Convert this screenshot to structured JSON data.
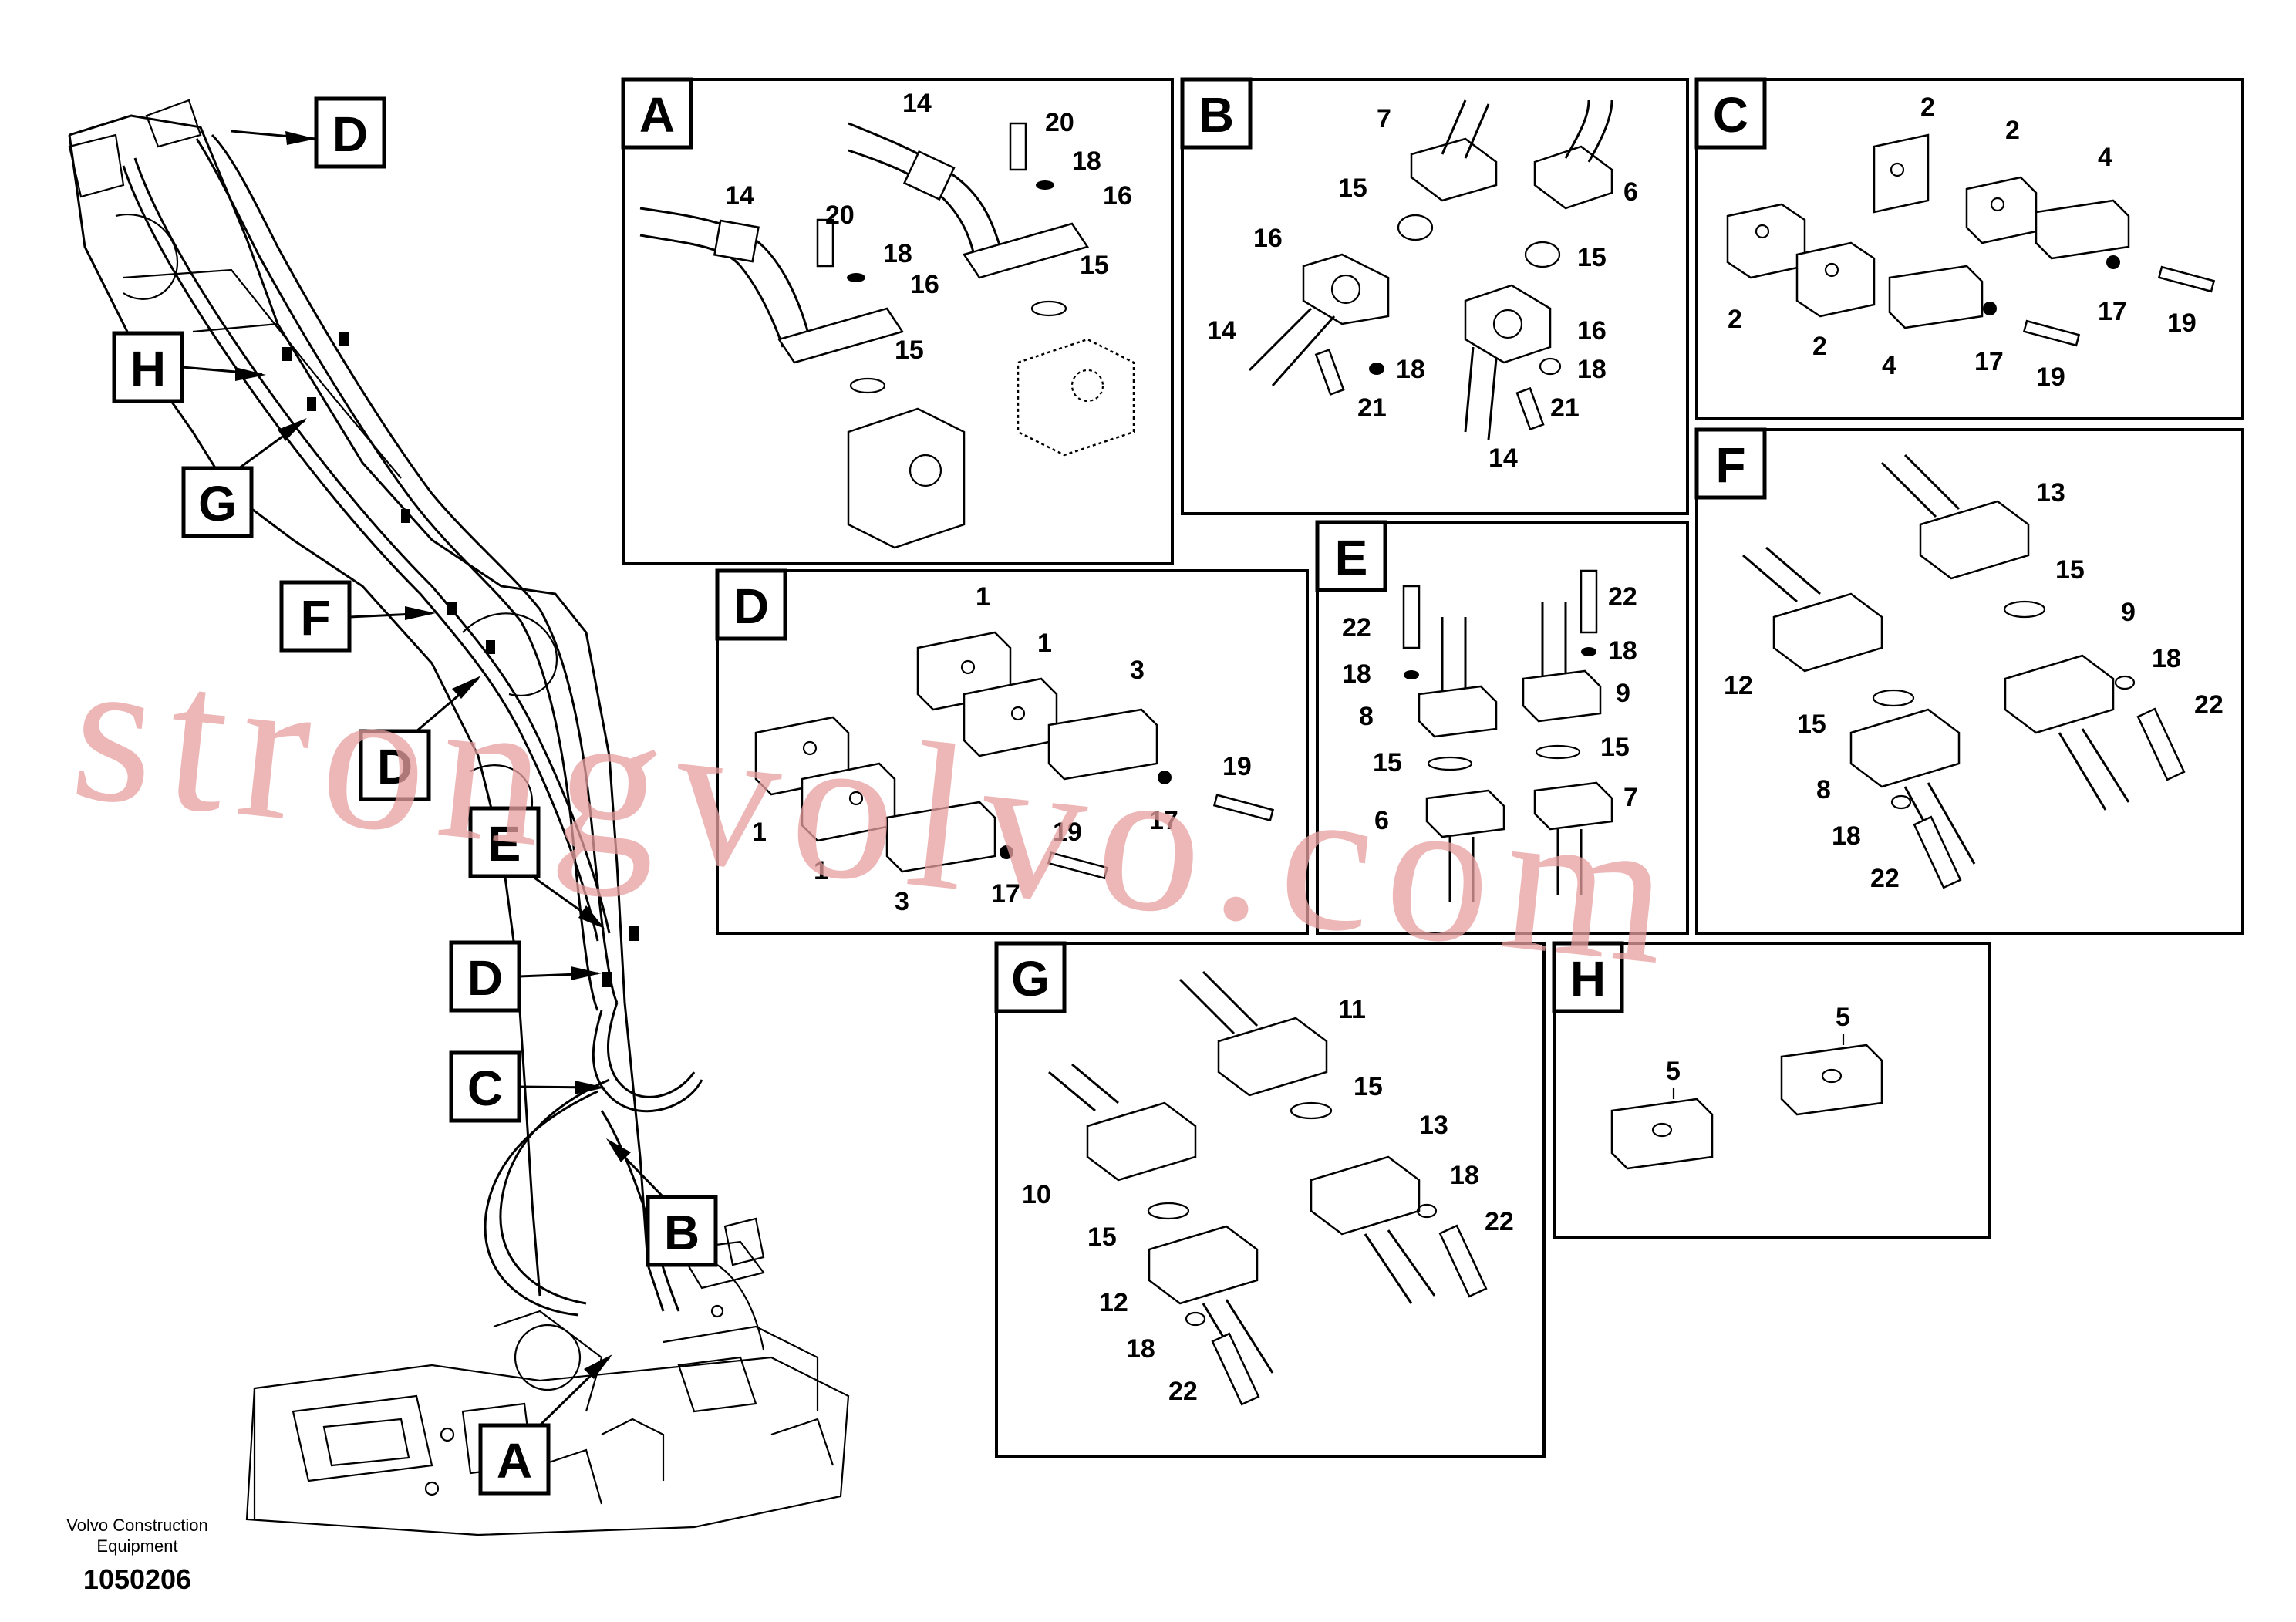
{
  "watermark": "strongvolvo.com",
  "footer": {
    "company_line1": "Volvo Construction",
    "company_line2": "Equipment",
    "drawing_number": "1050206"
  },
  "overview_callouts": [
    {
      "id": "d-top",
      "label": "D"
    },
    {
      "id": "h",
      "label": "H"
    },
    {
      "id": "g",
      "label": "G"
    },
    {
      "id": "f",
      "label": "F"
    },
    {
      "id": "d-mid",
      "label": "D"
    },
    {
      "id": "e",
      "label": "E"
    },
    {
      "id": "d-low",
      "label": "D"
    },
    {
      "id": "c",
      "label": "C"
    },
    {
      "id": "b",
      "label": "B"
    },
    {
      "id": "a",
      "label": "A"
    }
  ],
  "panels": {
    "A": {
      "label": "A",
      "numbers": [
        "14",
        "20",
        "18",
        "16",
        "15",
        "14",
        "20",
        "18",
        "16",
        "15"
      ]
    },
    "B": {
      "label": "B",
      "numbers": [
        "7",
        "15",
        "6",
        "16",
        "15",
        "14",
        "18",
        "16",
        "18",
        "21",
        "21",
        "14"
      ]
    },
    "C": {
      "label": "C",
      "numbers": [
        "2",
        "2",
        "4",
        "2",
        "2",
        "4",
        "17",
        "19",
        "17",
        "19"
      ]
    },
    "D": {
      "label": "D",
      "numbers": [
        "1",
        "1",
        "3",
        "1",
        "1",
        "3",
        "19",
        "17",
        "19",
        "17"
      ]
    },
    "E": {
      "label": "E",
      "numbers": [
        "22",
        "22",
        "18",
        "18",
        "8",
        "9",
        "15",
        "15",
        "6",
        "7"
      ]
    },
    "F": {
      "label": "F",
      "numbers": [
        "13",
        "15",
        "9",
        "18",
        "22",
        "12",
        "15",
        "8",
        "18",
        "22"
      ]
    },
    "G": {
      "label": "G",
      "numbers": [
        "11",
        "15",
        "13",
        "18",
        "22",
        "10",
        "15",
        "12",
        "18",
        "22"
      ]
    },
    "H": {
      "label": "H",
      "numbers": [
        "5",
        "5"
      ]
    }
  }
}
